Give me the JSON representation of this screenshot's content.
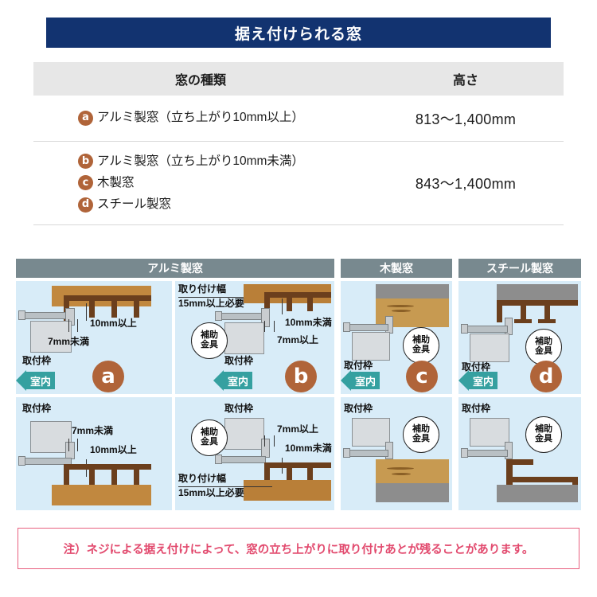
{
  "header": {
    "title": "据え付けられる窓"
  },
  "table": {
    "columns": {
      "type": "窓の種類",
      "height": "高さ"
    },
    "rows": [
      {
        "types": [
          {
            "badge": "a",
            "label": "アルミ製窓（立ち上がり10mm以上）"
          }
        ],
        "height_value": "813〜1,400",
        "height_unit": "mm"
      },
      {
        "types": [
          {
            "badge": "b",
            "label": "アルミ製窓（立ち上がり10mm未満）"
          },
          {
            "badge": "c",
            "label": "木製窓"
          },
          {
            "badge": "d",
            "label": "スチール製窓"
          }
        ],
        "height_value": "843〜1,400",
        "height_unit": "mm"
      }
    ]
  },
  "diagrams": {
    "section_headers": {
      "alumi": "アルミ製窓",
      "wood": "木製窓",
      "steel": "スチール製窓"
    },
    "indoor_label": "室内",
    "frame_label": "取付枠",
    "bracket_label_1": "補助",
    "bracket_label_2": "金具",
    "panel_a": {
      "marker": "a",
      "dim_rise": "10mm以上",
      "dim_gap": "7mm未満"
    },
    "panel_b": {
      "marker": "b",
      "width_label_1": "取り付け幅",
      "width_label_2": "15mm以上必要",
      "dim_rise": "10mm未満",
      "dim_gap": "7mm以上"
    },
    "panel_c": {
      "marker": "c"
    },
    "panel_d": {
      "marker": "d"
    }
  },
  "note": {
    "text": "注）ネジによる据え付けによって、窓の立ち上がりに取り付けあとが残ることがあります。"
  }
}
